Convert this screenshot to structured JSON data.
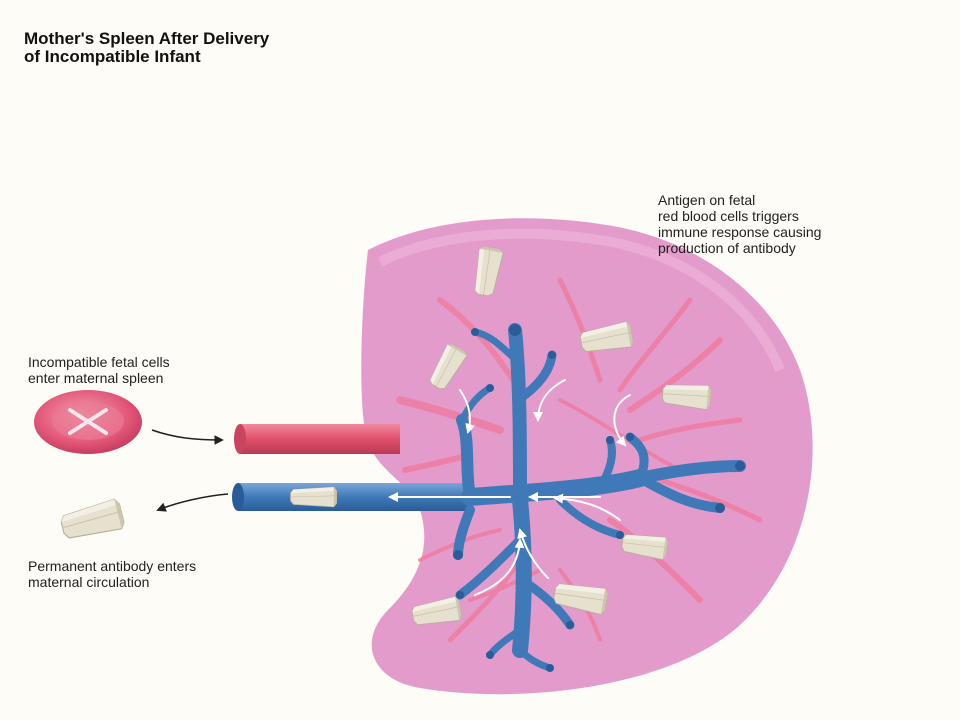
{
  "title": {
    "line1": "Mother's Spleen After Delivery",
    "line2": "of Incompatible Infant"
  },
  "labels": {
    "antigen": [
      "Antigen on fetal",
      "red blood cells triggers",
      "immune response causing",
      "production of antibody"
    ],
    "fetal_cells": [
      "Incompatible fetal cells",
      "enter maternal spleen"
    ],
    "antibody": [
      "Permanent antibody enters",
      "maternal circulation"
    ]
  },
  "colors": {
    "spleen": "#e39bcc",
    "vessel_blue": "#3f79b8",
    "artery_red": "#e0506a",
    "red_cell": "#e2577a",
    "antibody": "#e6e0cf"
  },
  "icons": {
    "fetal_cell": "red-blood-cell-with-x",
    "antibody": "antibody-block"
  }
}
